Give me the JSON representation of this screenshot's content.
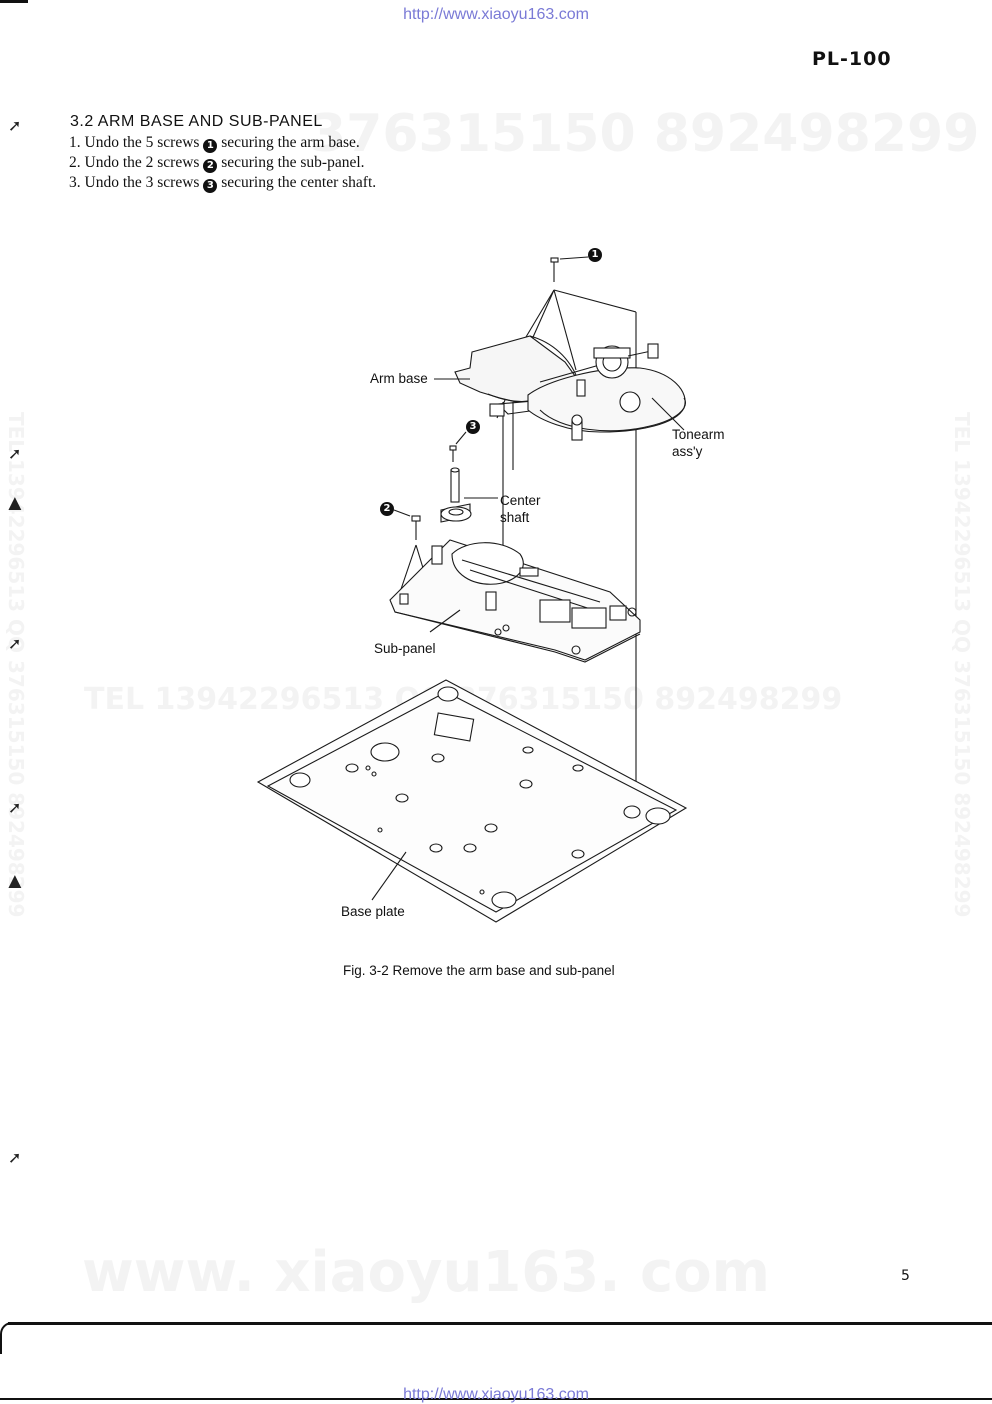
{
  "header": {
    "url_top": "http://www.xiaoyu163.com",
    "model": "PL-100"
  },
  "section": {
    "heading": "3.2  ARM BASE AND SUB-PANEL",
    "steps": [
      {
        "before": "1. Undo the 5 screws",
        "badge": "1",
        "after": "securing the arm base."
      },
      {
        "before": "2. Undo the 2 screws",
        "badge": "2",
        "after": "securing the sub-panel."
      },
      {
        "before": "3. Undo the 3 screws",
        "badge": "3",
        "after": "securing the center shaft."
      }
    ]
  },
  "watermarks": {
    "top_row": "376315150   892498299",
    "middle_row": "TEL 13942296513   QQ 376315150  892498299",
    "left_vertical": "TEL 13942296513  QQ 376315150  892498299",
    "right_vertical": "TEL 13942296513  QQ 376315150  892498299",
    "bottom": "www. xiaoyu163. com"
  },
  "figure": {
    "callouts": {
      "screw_1": "1",
      "screw_2": "2",
      "screw_3": "3"
    },
    "labels": {
      "arm_base": "Arm base",
      "tonearm_line1": "Tonearm",
      "tonearm_line2": "ass'y",
      "center_line1": "Center",
      "center_line2": "shaft",
      "sub_panel": "Sub-panel",
      "base_plate": "Base plate"
    },
    "caption": "Fig. 3-2  Remove the arm base and sub-panel"
  },
  "footer": {
    "page_number": "5",
    "url_bottom": "http://www.xiaoyu163.com"
  }
}
